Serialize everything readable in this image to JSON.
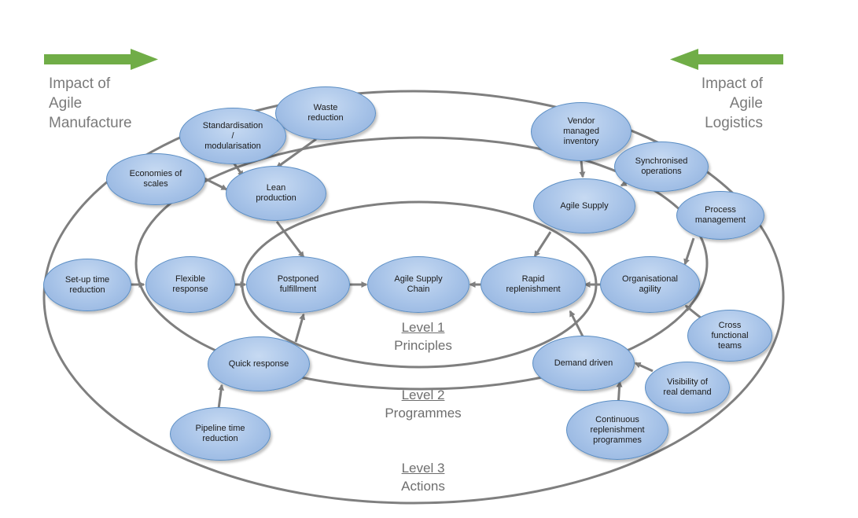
{
  "captions": {
    "left": [
      "Impact of",
      "Agile",
      "Manufacture"
    ],
    "right": [
      "Impact of",
      "Agile",
      "Logistics"
    ]
  },
  "levels": {
    "level1": {
      "level": "Level 1",
      "name": "Principles"
    },
    "level2": {
      "level": "Level 2",
      "name": "Programmes"
    },
    "level3": {
      "level": "Level 3",
      "name": "Actions"
    }
  },
  "nodes": {
    "waste_reduction": "Waste\nreduction",
    "standardisation": "Standardisation\n/\nmodularisation",
    "economies_of_scales": "Economies of\nscales",
    "lean_production": "Lean\nproduction",
    "vendor_managed_inventory": "Vendor\nmanaged\ninventory",
    "synchronised_operations": "Synchronised\noperations",
    "agile_supply": "Agile Supply",
    "process_management": "Process\nmanagement",
    "setup_time_reduction": "Set-up time\nreduction",
    "flexible_response": "Flexible\nresponse",
    "postponed_fulfillment": "Postponed\nfulfillment",
    "agile_supply_chain": "Agile Supply\nChain",
    "rapid_replenishment": "Rapid\nreplenishment",
    "organisational_agility": "Organisational\nagility",
    "cross_functional_teams": "Cross\nfunctional\nteams",
    "quick_response": "Quick response",
    "demand_driven": "Demand driven",
    "visibility_real_demand": "Visibility of\nreal demand",
    "pipeline_time_reduction": "Pipeline time\nreduction",
    "continuous_replenishment": "Continuous\nreplenishment\nprogrammes"
  },
  "colors": {
    "node_fill": "#a7c3e8",
    "node_border": "#5b8ec4",
    "ring_stroke": "#7f7f7f",
    "arrow_color": "#7f7f7f",
    "green_arrow": "#70ad47",
    "caption_text": "#7a7a7a"
  },
  "icons": {
    "left_arrow": "arrow-right-green",
    "right_arrow": "arrow-left-green"
  }
}
